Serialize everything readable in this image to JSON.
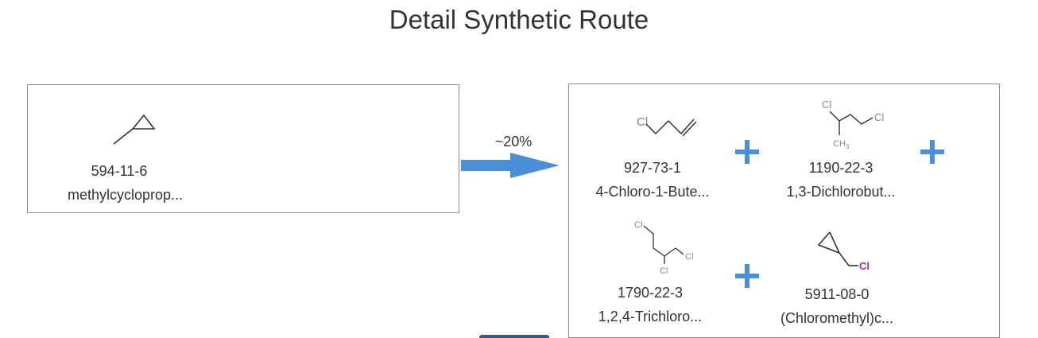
{
  "page": {
    "title": "Detail Synthetic Route"
  },
  "reaction": {
    "yield": "~20%"
  },
  "reactant": {
    "cas": "594-11-6",
    "name": "methylcycloprop..."
  },
  "products": [
    {
      "cas": "927-73-1",
      "name": "4-Chloro-1-Bute..."
    },
    {
      "cas": "1190-22-3",
      "name": "1,3-Dichlorobut..."
    },
    {
      "cas": "1790-22-3",
      "name": "1,2,4-Trichloro..."
    },
    {
      "cas": "5911-08-0",
      "name": "(Chloromethyl)c..."
    }
  ],
  "structure_labels": {
    "chloro": "Cl",
    "methyl": "CH",
    "methyl_subscript": "3"
  },
  "colors": {
    "arrow": "#4a90d9",
    "plus": "#4a90d9",
    "chlorine_highlight": "#9b30a0",
    "border": "#8a8a8a",
    "text": "#333333"
  },
  "icons": {
    "arrow": "reaction-arrow-icon",
    "plus": "plus-icon"
  }
}
